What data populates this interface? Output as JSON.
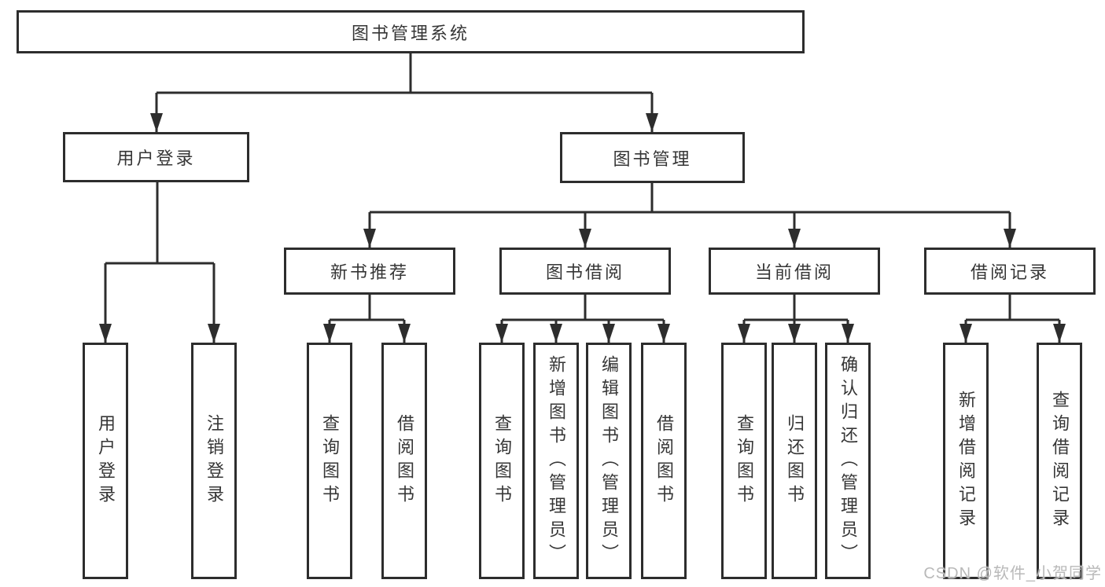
{
  "diagram": {
    "type": "hierarchy-tree",
    "tree": {
      "label": "图书管理系统",
      "children": [
        {
          "label": "用户登录",
          "children": [
            {
              "label": "用户登录"
            },
            {
              "label": "注销登录"
            }
          ]
        },
        {
          "label": "图书管理",
          "children": [
            {
              "label": "新书推荐",
              "children": [
                {
                  "label": "查询图书"
                },
                {
                  "label": "借阅图书"
                }
              ]
            },
            {
              "label": "图书借阅",
              "children": [
                {
                  "label": "查询图书"
                },
                {
                  "label": "新增图书（管理员）"
                },
                {
                  "label": "编辑图书（管理员）"
                },
                {
                  "label": "借阅图书"
                }
              ]
            },
            {
              "label": "当前借阅",
              "children": [
                {
                  "label": "查询图书"
                },
                {
                  "label": "归还图书"
                },
                {
                  "label": "确认归还（管理员）"
                }
              ]
            },
            {
              "label": "借阅记录",
              "children": [
                {
                  "label": "新增借阅记录"
                },
                {
                  "label": "查询借阅记录"
                }
              ]
            }
          ]
        }
      ]
    },
    "colors": {
      "line": "#2d2d2d",
      "box_border": "#2d2d2d",
      "text": "#363636",
      "background": "#ffffff",
      "watermark": "#b9b9b9"
    }
  },
  "watermark": {
    "text": "CSDN @软件_小贺同学"
  }
}
